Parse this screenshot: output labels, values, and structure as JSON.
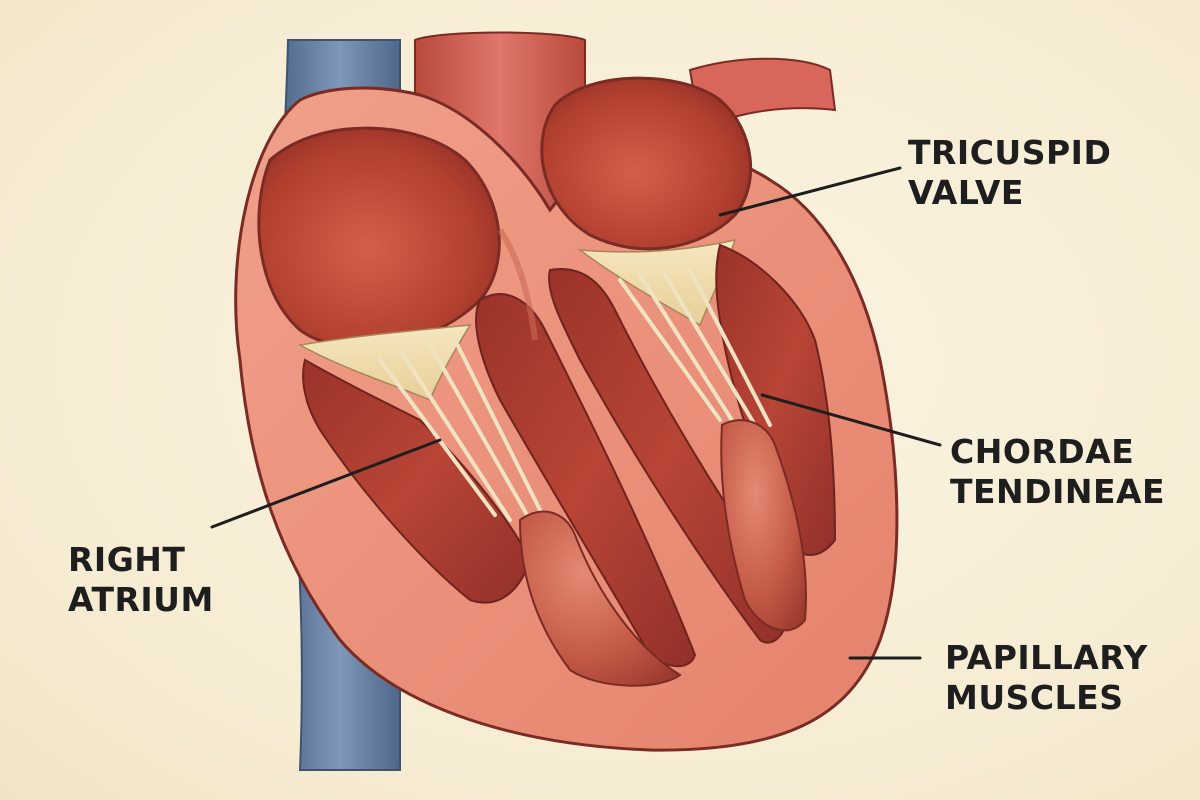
{
  "labels": {
    "tricuspid_valve": {
      "line1": "TRICUSPID",
      "line2": "VALVE"
    },
    "chordae_tendineae": {
      "line1": "CHORDAE",
      "line2": "TENDINEAE"
    },
    "right_atrium": {
      "line1": "RIGHT",
      "line2": "ATRIUM"
    },
    "papillary_muscles": {
      "line1": "PAPILLARY",
      "line2": "MUSCLES"
    }
  },
  "colors": {
    "background": "#f8f0da",
    "heart_wall": "#e98e78",
    "heart_outline": "#7a2b24",
    "chamber_dark": "#a63a30",
    "chamber_mid": "#c4513f",
    "valve_cream": "#f1dfb0",
    "vein_blue": "#5f7a9e",
    "artery_red": "#d4614f",
    "label_text": "#1e1e1e",
    "leader_line": "#1e1e1e"
  },
  "icons": [
    "heart-cross-section-illustration"
  ]
}
